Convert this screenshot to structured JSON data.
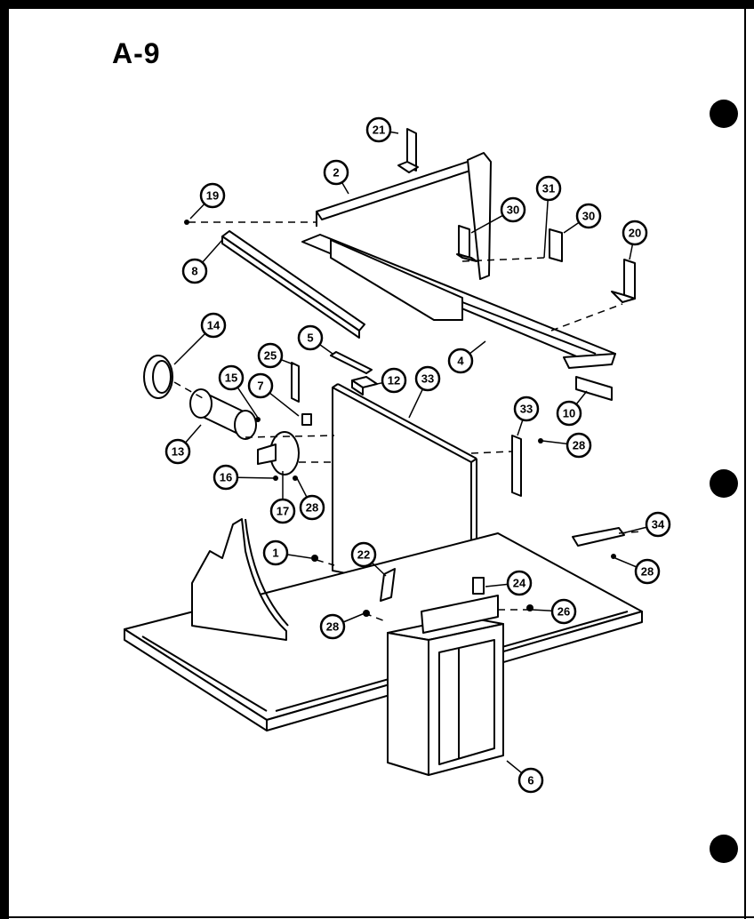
{
  "page_title": "A-9",
  "callouts": [
    "21",
    "2",
    "19",
    "8",
    "30",
    "31",
    "30",
    "20",
    "14",
    "5",
    "25",
    "4",
    "15",
    "7",
    "12",
    "33",
    "13",
    "10",
    "33",
    "28",
    "16",
    "17",
    "28",
    "1",
    "22",
    "24",
    "34",
    "28",
    "26",
    "28",
    "6"
  ]
}
